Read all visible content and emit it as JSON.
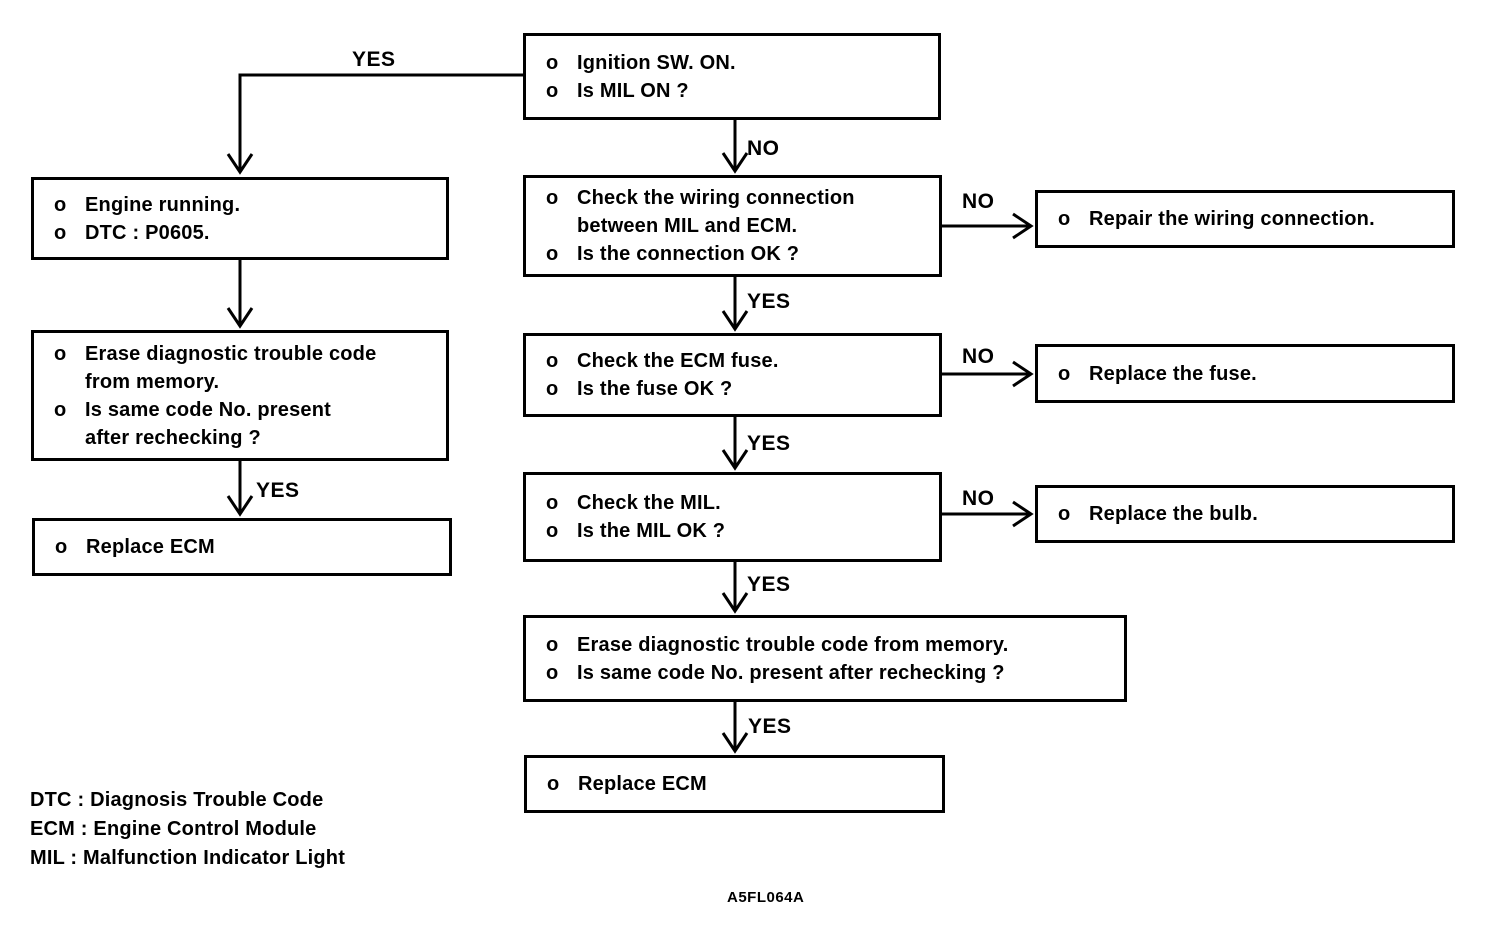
{
  "bullet": "o",
  "labels": {
    "yes": "YES",
    "no": "NO"
  },
  "boxes": {
    "ignition": {
      "items": [
        {
          "lines": [
            "Ignition SW. ON."
          ]
        },
        {
          "lines": [
            "Is MIL ON ?"
          ]
        }
      ]
    },
    "engine": {
      "items": [
        {
          "lines": [
            "Engine running."
          ]
        },
        {
          "lines": [
            "DTC : P0605."
          ]
        }
      ]
    },
    "erase_left": {
      "items": [
        {
          "lines": [
            "Erase diagnostic trouble code",
            "from memory."
          ]
        },
        {
          "lines": [
            "Is same code No. present",
            "after rechecking ?"
          ]
        }
      ]
    },
    "replace_ecm_left": {
      "items": [
        {
          "lines": [
            "Replace ECM"
          ]
        }
      ]
    },
    "check_wiring": {
      "items": [
        {
          "lines": [
            "Check the wiring connection",
            "between MIL and ECM."
          ]
        },
        {
          "lines": [
            "Is the connection OK ?"
          ]
        }
      ]
    },
    "repair_wiring": {
      "items": [
        {
          "lines": [
            "Repair the wiring connection."
          ]
        }
      ]
    },
    "check_fuse": {
      "items": [
        {
          "lines": [
            "Check the ECM fuse."
          ]
        },
        {
          "lines": [
            "Is the fuse OK ?"
          ]
        }
      ]
    },
    "replace_fuse": {
      "items": [
        {
          "lines": [
            "Replace the fuse."
          ]
        }
      ]
    },
    "check_mil": {
      "items": [
        {
          "lines": [
            "Check the MIL."
          ]
        },
        {
          "lines": [
            "Is the MIL OK ?"
          ]
        }
      ]
    },
    "replace_bulb": {
      "items": [
        {
          "lines": [
            "Replace the bulb."
          ]
        }
      ]
    },
    "erase_mid": {
      "items": [
        {
          "lines": [
            "Erase diagnostic trouble code from memory."
          ]
        },
        {
          "lines": [
            "Is same code No. present after rechecking ?"
          ]
        }
      ]
    },
    "replace_ecm_mid": {
      "items": [
        {
          "lines": [
            "Replace ECM"
          ]
        }
      ]
    }
  },
  "legend": {
    "lines": [
      "DTC : Diagnosis Trouble Code",
      "ECM : Engine Control Module",
      "MIL : Malfunction Indicator Light"
    ]
  },
  "figure_code": "A5FL064A",
  "colors": {
    "ink": "#000000",
    "background": "#ffffff"
  }
}
